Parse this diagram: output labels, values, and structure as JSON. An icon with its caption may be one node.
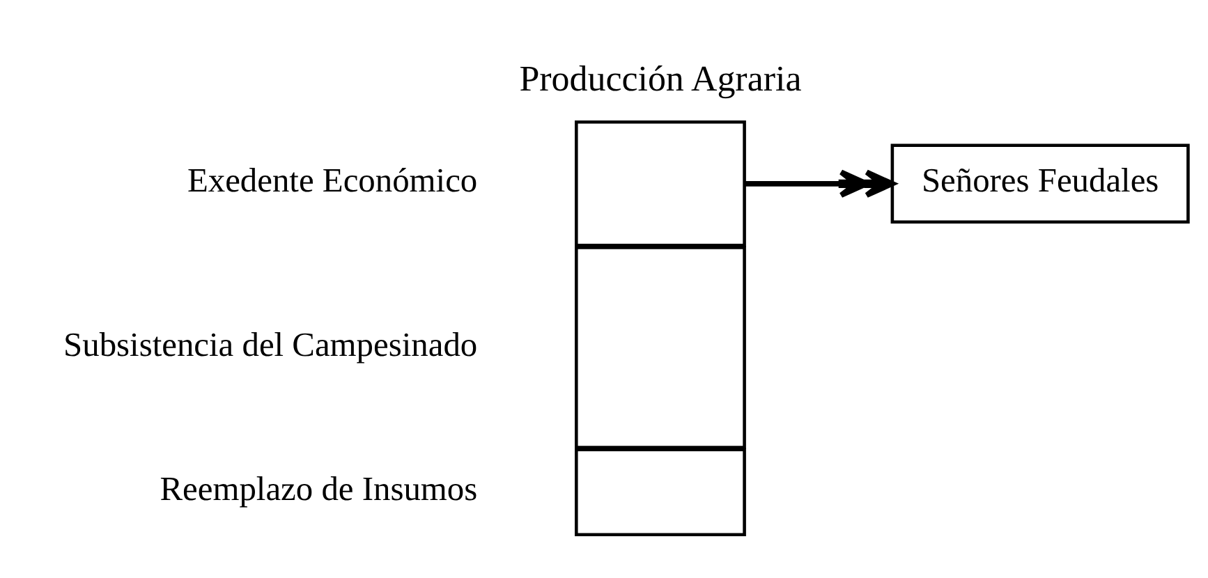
{
  "diagram": {
    "nodes": [
      {
        "text": [],
        "shape": "box",
        "beside": [
          "Exedente Económico"
        ]
      },
      {
        "text": [],
        "shape": "box",
        "beside": [
          "Subsistencia del Campesinado"
        ]
      },
      {
        "text": [],
        "shape": "box",
        "beside": [
          "Reemplazo de Insumos"
        ]
      },
      {
        "text": [
          "Señores Feudales"
        ]
      }
    ],
    "edges": [
      {
        "from": 0,
        "to": 3,
        "arrow": "to"
      }
    ],
    "labels": [
      "Producción Agraria"
    ]
  }
}
